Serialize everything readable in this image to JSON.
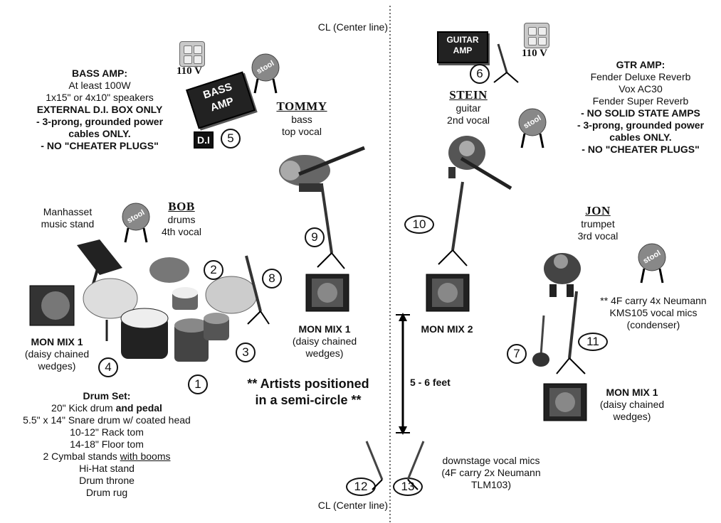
{
  "center_line": {
    "top": "CL (Center line)",
    "bottom": "CL (Center line)"
  },
  "bass_amp": {
    "title": "BASS AMP:",
    "lines": [
      "At least 100W",
      "1x15\" or 4x10\" speakers"
    ],
    "bold_lines": [
      "EXTERNAL D.I. BOX ONLY",
      "- 3-prong, grounded power",
      "cables ONLY.",
      "- NO \"CHEATER PLUGS\""
    ]
  },
  "gtr_amp": {
    "title": "GTR AMP:",
    "lines": [
      "Fender Deluxe Reverb",
      "Vox AC30",
      "Fender Super Reverb"
    ],
    "bold_lines": [
      "- NO SOLID STATE AMPS",
      "- 3-prong, grounded power",
      "cables ONLY.",
      "- NO \"CHEATER PLUGS\""
    ]
  },
  "voltage_left": "110 V",
  "voltage_right": "110 V",
  "bass_amp_label": [
    "BASS",
    "AMP"
  ],
  "guitar_amp_label": [
    "GUITAR",
    "AMP"
  ],
  "di_label": "D.I",
  "stool_label": "stool",
  "tommy": {
    "name": "TOMMY",
    "role": "bass",
    "vocal": "top vocal"
  },
  "stein": {
    "name": "STEIN",
    "role": "guitar",
    "vocal": "2nd vocal"
  },
  "bob": {
    "name": "BOB",
    "role": "drums",
    "vocal": "4th vocal"
  },
  "jon": {
    "name": "JON",
    "role": "trumpet",
    "vocal": "3rd vocal"
  },
  "manhasset": [
    "Manhasset",
    "music stand"
  ],
  "mon_left": {
    "title": "MON MIX 1",
    "sub": [
      "(daisy chained",
      "wedges)"
    ]
  },
  "mon_center": {
    "title": "MON MIX 1",
    "sub": [
      "(daisy chained",
      "wedges)"
    ]
  },
  "mon_mix2": "MON MIX 2",
  "mon_right": {
    "title": "MON MIX 1",
    "sub": [
      "(daisy chained",
      "wedges)"
    ]
  },
  "artists_note": [
    "** Artists positioned",
    "in a semi-circle **"
  ],
  "distance": "5 - 6 feet",
  "neumann_kms": [
    "** 4F carry 4x Neumann",
    "KMS105 vocal mics",
    "(condenser)"
  ],
  "downstage": [
    "downstage vocal mics",
    "(4F carry 2x Neumann",
    "TLM103)"
  ],
  "drum_set": {
    "title": "Drum Set:",
    "kick_a": "20\" Kick drum ",
    "kick_b": "and pedal",
    "items": [
      "5.5\" x 14\" Snare drum w/ coated head",
      "10-12\" Rack tom",
      "14-18\" Floor tom"
    ],
    "cym_a": "2 Cymbal stands ",
    "cym_b": "with booms",
    "items2": [
      "Hi-Hat stand",
      "Drum throne",
      "Drum rug"
    ]
  },
  "numbers": {
    "n1": "1",
    "n2": "2",
    "n3": "3",
    "n4": "4",
    "n5": "5",
    "n6": "6",
    "n7": "7",
    "n8": "8",
    "n9": "9",
    "n10": "10",
    "n11": "11",
    "n12": "12",
    "n13": "13"
  }
}
